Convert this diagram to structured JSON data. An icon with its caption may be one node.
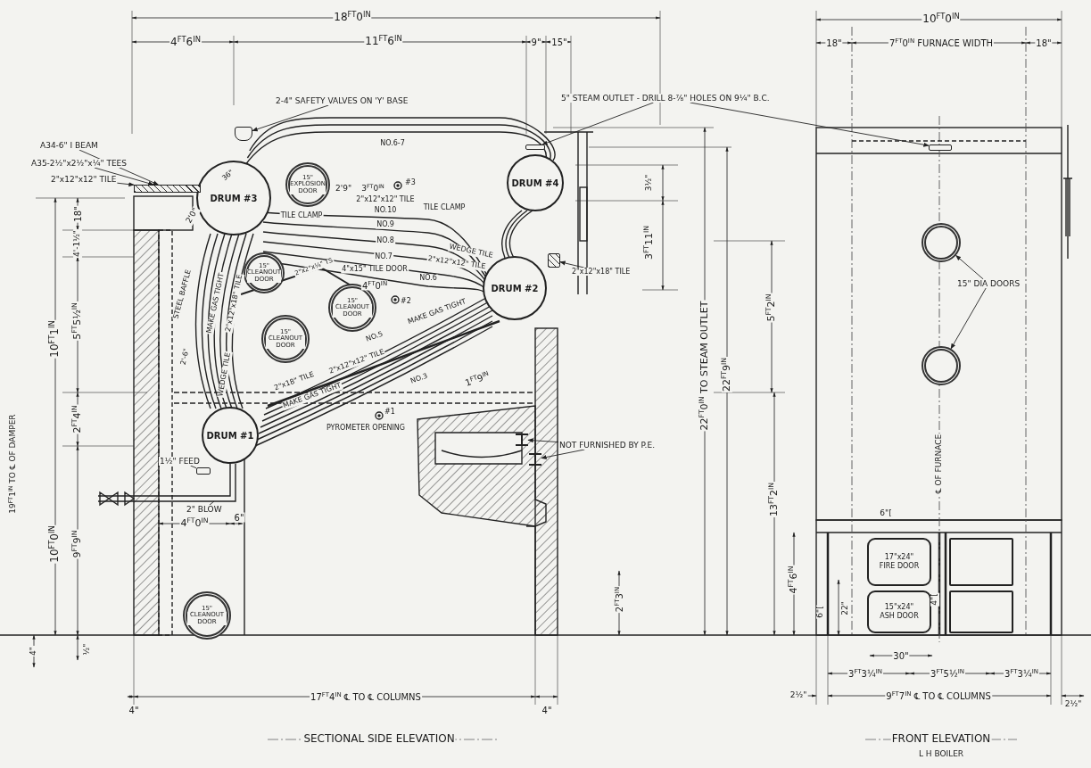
{
  "diagram": {
    "nodes": [
      {
        "text": [
          "DRUM #3"
        ]
      },
      {
        "text": [
          "DRUM #4"
        ]
      },
      {
        "text": [
          "DRUM #2"
        ]
      },
      {
        "text": [
          "DRUM #1"
        ]
      },
      {
        "text": [
          "15\"",
          "EXPLOSION DOOR"
        ]
      },
      {
        "text": [
          "15\"",
          "CLEANOUT DOOR"
        ]
      },
      {
        "text": [
          "15\"",
          "CLEANOUT DOOR"
        ]
      },
      {
        "text": [
          "15\"",
          "CLEANOUT DOOR"
        ]
      },
      {
        "text": [
          "15\"",
          "CLEANOUT DOOR"
        ]
      },
      {
        "text": [
          "2-4\" SAFETY VALVES ON 'Y' BASE"
        ]
      },
      {
        "text": [],
        "shape": "box"
      },
      {
        "text": [
          "A34-6\" I BEAM"
        ]
      },
      {
        "text": [
          "A35-2½\"x2½\"x¼\" TEES"
        ]
      },
      {
        "text": [
          "2\"x12\"x12\" TILE"
        ]
      },
      {
        "text": [],
        "shape": "bar"
      },
      {
        "text": [
          "5\" STEAM OUTLET - DRILL 8-⅞\" HOLES ON 9¼\" B.C."
        ]
      },
      {
        "text": [],
        "shape": "box"
      },
      {
        "text": [],
        "shape": "box"
      },
      {
        "text": [
          "2\"x12\"x18\" TILE"
        ]
      },
      {
        "text": [
          "1½\" FEED"
        ]
      },
      {
        "text": [
          "2\" BLOW"
        ]
      },
      {
        "text": [
          "NOT FURNISHED BY P.E."
        ]
      },
      {
        "text": [
          "15\" DIA DOORS"
        ]
      },
      {
        "text": [],
        "shape": "circle"
      },
      {
        "text": [],
        "shape": "circle"
      },
      {
        "text": [
          "17\"x24\"",
          "FIRE DOOR"
        ]
      },
      {
        "text": [
          "15\"x24\"",
          "ASH DOOR"
        ]
      },
      {
        "text": [],
        "shape": "box"
      },
      {
        "text": [],
        "shape": "box"
      },
      {
        "text": [],
        "shape": "box"
      },
      {
        "text": [],
        "shape": "box"
      },
      {
        "text": [],
        "shape": "bar"
      },
      {
        "text": [],
        "shape": "bar"
      }
    ],
    "edges": [
      {
        "from": 9,
        "to": 10,
        "arrow": "to"
      },
      {
        "from": 11,
        "to": 14,
        "arrow": "to"
      },
      {
        "from": 12,
        "to": 14,
        "arrow": "to"
      },
      {
        "from": 13,
        "to": 14,
        "arrow": "to"
      },
      {
        "from": 15,
        "to": 16,
        "arrow": "to"
      },
      {
        "from": 15,
        "to": 17,
        "arrow": "to"
      },
      {
        "from": 18,
        "to": 29,
        "arrow": "to"
      },
      {
        "from": 19,
        "to": 30,
        "arrow": "none"
      },
      {
        "from": 20,
        "to": null,
        "arrow": "none"
      },
      {
        "from": 21,
        "to": 31,
        "arrow": "to"
      },
      {
        "from": 21,
        "to": 32,
        "arrow": "to"
      },
      {
        "from": 22,
        "to": 23,
        "arrow": "to"
      },
      {
        "from": 22,
        "to": 24,
        "arrow": "to"
      }
    ],
    "labels": [
      "18$^{FT}$0$^{IN}$",
      "4$^{FT}$6$^{IN}$",
      "11$^{FT}$6$^{IN}$",
      "9\"",
      "15\"",
      "10$^{FT}$0$^{IN}$",
      "18\"",
      "7$^{FT}$0$^{IN}$ FURNACE WIDTH",
      "18\"",
      "19$^{FT}$1$^{IN}$ TO ℄ OF DAMPER",
      "18\"",
      "4'-1½\"",
      "10$^{FT}$1$^{IN}$",
      "5$^{FT}$5½$^{IN}$",
      "2$^{FT}$4$^{IN}$",
      "10$^{FT}$0$^{IN}$",
      "9$^{FT}$9$^{IN}$",
      "4\"",
      "½\"",
      "36\"",
      "2'0\"",
      "2'9\"",
      "3$^{FT}$0$^{IN}$",
      "#3",
      "2\"x12\"x12\" TILE",
      "TILE CLAMP",
      "TILE CLAMP",
      "NO.6-7",
      "NO.10",
      "NO.9",
      "NO.8",
      "WEDGE TILE",
      "2\"x12\"x12\" TILE",
      "NO.7",
      "4\"x15\" TILE DOOR",
      "NO.6",
      "4$^{FT}$0$^{IN}$",
      "#2",
      "MAKE GAS TIGHT",
      "STEEL BAFFLE",
      "MAKE GAS TIGHT",
      "2\"x12\"x18\" TILE",
      "WEDGE TILE",
      "2'-6\"",
      "2\"x2\"x¼\" TS",
      "NO.5",
      "2\"x12\"x12\" TILE",
      "2\"x18\" TILE",
      "MAKE GAS TIGHT",
      "NO.3",
      "1$^{FT}$9$^{IN}$",
      "#1",
      "PYROMETER OPENING",
      "4$^{FT}$0$^{IN}$",
      "6\"",
      "3½\"",
      "3$^{FT}$11$^{IN}$",
      "22$^{FT}$0$^{IN}$ TO STEAM OUTLET",
      "22$^{FT}$9$^{IN}$",
      "5$^{FT}$2$^{IN}$",
      "13$^{FT}$2$^{IN}$",
      "4$^{FT}$6$^{IN}$",
      "2$^{FT}$3$^{IN}$",
      "℄ OF FURNACE",
      "6\"[",
      "6\"[",
      "4\"[",
      "22\"",
      "30\"",
      "3$^{FT}$3¼$^{IN}$",
      "3$^{FT}$5½$^{IN}$",
      "3$^{FT}$3¼$^{IN}$",
      "2½\"",
      "9$^{FT}$7$^{IN}$ ℄ TO ℄ COLUMNS",
      "2½\"",
      "4\"",
      "17$^{FT}$4$^{IN}$ ℄ TO ℄ COLUMNS",
      "4\"",
      "SECTIONAL SIDE ELEVATION",
      "FRONT ELEVATION",
      "L H BOILER"
    ]
  }
}
